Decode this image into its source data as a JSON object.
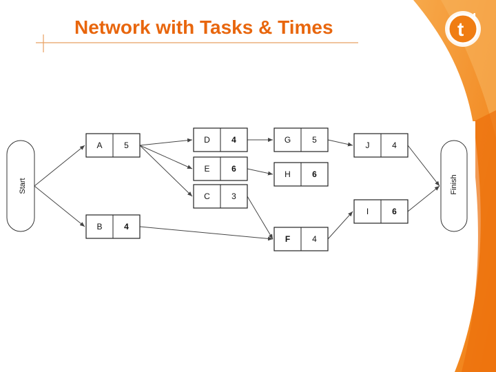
{
  "slide": {
    "title": "Network with Tasks & Times"
  },
  "logo": {
    "letter": "t",
    "superscript": "4"
  },
  "colors": {
    "title": "#e8660d",
    "accent_orange": "#f07d12",
    "accent_orange_light": "#f7a94b",
    "node_border": "#222222",
    "arrow": "#444444"
  },
  "network": {
    "start_label": "Start",
    "finish_label": "Finish",
    "tasks": [
      {
        "id": "A",
        "name": "A",
        "duration": "5",
        "bold": false
      },
      {
        "id": "B",
        "name": "B",
        "duration": "4",
        "bold": true
      },
      {
        "id": "D",
        "name": "D",
        "duration": "4",
        "bold": true
      },
      {
        "id": "E",
        "name": "E",
        "duration": "6",
        "bold": true
      },
      {
        "id": "C",
        "name": "C",
        "duration": "3",
        "bold": false
      },
      {
        "id": "G",
        "name": "G",
        "duration": "5",
        "bold": false
      },
      {
        "id": "H",
        "name": "H",
        "duration": "6",
        "bold": true
      },
      {
        "id": "F",
        "name": "F",
        "duration": "4",
        "bold": false,
        "name_bold": true
      },
      {
        "id": "J",
        "name": "J",
        "duration": "4",
        "bold": false
      },
      {
        "id": "I",
        "name": "I",
        "duration": "6",
        "bold": true
      }
    ],
    "links": [
      [
        "Start",
        "A"
      ],
      [
        "Start",
        "B"
      ],
      [
        "A",
        "D"
      ],
      [
        "A",
        "E"
      ],
      [
        "A",
        "C"
      ],
      [
        "B",
        "F"
      ],
      [
        "D",
        "G"
      ],
      [
        "E",
        "H"
      ],
      [
        "C",
        "F"
      ],
      [
        "G",
        "J"
      ],
      [
        "F",
        "I"
      ],
      [
        "J",
        "Finish"
      ],
      [
        "I",
        "Finish"
      ]
    ]
  }
}
